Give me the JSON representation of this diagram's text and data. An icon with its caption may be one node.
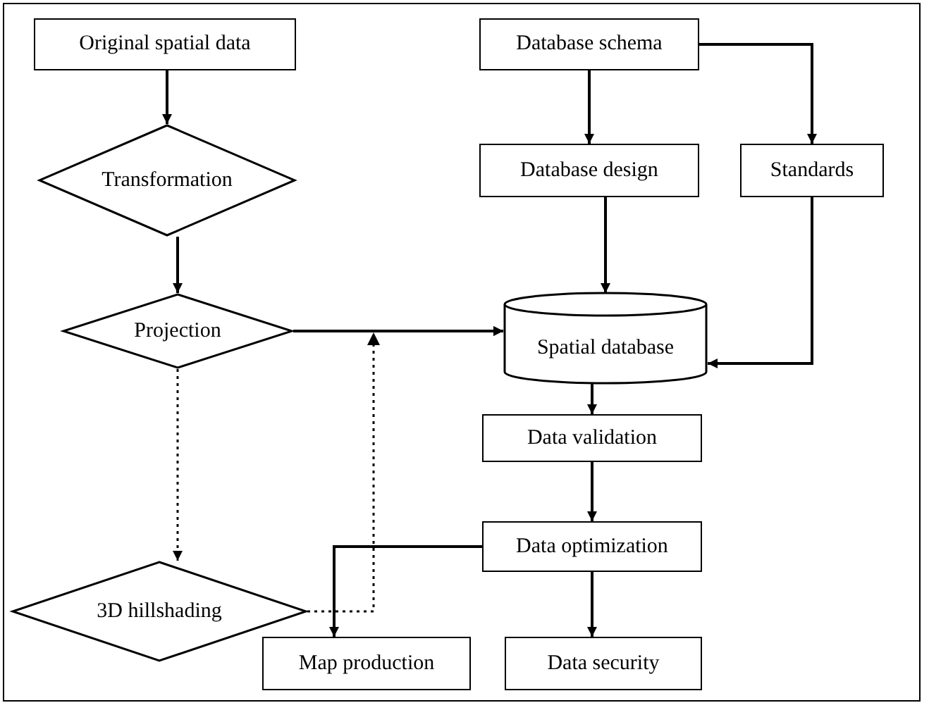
{
  "diagram": {
    "nodes": [
      {
        "text": [
          "Original spatial data"
        ]
      },
      {
        "text": [
          "Transformation"
        ]
      },
      {
        "text": [
          "Projection"
        ]
      },
      {
        "text": [
          "3D hillshading"
        ]
      },
      {
        "text": [
          "Database schema"
        ]
      },
      {
        "text": [
          "Database design"
        ]
      },
      {
        "text": [
          "Standards"
        ]
      },
      {
        "text": [
          "Spatial database"
        ]
      },
      {
        "text": [
          "Data validation"
        ]
      },
      {
        "text": [
          "Data optimization"
        ]
      },
      {
        "text": [
          "Map production"
        ]
      },
      {
        "text": [
          "Data security"
        ]
      }
    ],
    "edges": [
      {
        "from": 0,
        "to": 1,
        "arrow": "to"
      },
      {
        "from": 1,
        "to": 2,
        "arrow": "to"
      },
      {
        "from": 2,
        "to": 3,
        "arrow": "to",
        "style": "dashed"
      },
      {
        "from": 2,
        "to": 7,
        "arrow": "to"
      },
      {
        "from": 3,
        "to": 7,
        "arrow": "to",
        "style": "dashed"
      },
      {
        "from": 4,
        "to": 5,
        "arrow": "to"
      },
      {
        "from": 4,
        "to": 6,
        "arrow": "to"
      },
      {
        "from": 5,
        "to": 7,
        "arrow": "to"
      },
      {
        "from": 6,
        "to": 7,
        "arrow": "to"
      },
      {
        "from": 7,
        "to": 8,
        "arrow": "to"
      },
      {
        "from": 8,
        "to": 9,
        "arrow": "to"
      },
      {
        "from": 9,
        "to": 10,
        "arrow": "to"
      },
      {
        "from": 9,
        "to": 11,
        "arrow": "to"
      }
    ]
  }
}
